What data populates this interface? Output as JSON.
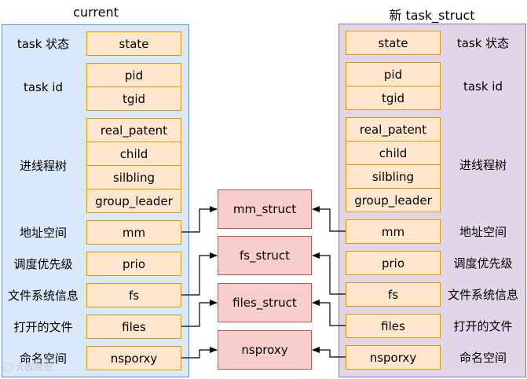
{
  "left": {
    "title": "current",
    "groups": [
      {
        "label": "task 状态",
        "fields": [
          "state"
        ]
      },
      {
        "label": "task id",
        "fields": [
          "pid",
          "tgid"
        ]
      },
      {
        "label": "进线程树",
        "fields": [
          "real_patent",
          "child",
          "silbling",
          "group_leader"
        ]
      },
      {
        "label": "地址空间",
        "fields": [
          "mm"
        ]
      },
      {
        "label": "调度优先级",
        "fields": [
          "prio"
        ]
      },
      {
        "label": "文件系统信息",
        "fields": [
          "fs"
        ]
      },
      {
        "label": "打开的文件",
        "fields": [
          "files"
        ]
      },
      {
        "label": "命名空间",
        "fields": [
          "nsporxy"
        ]
      }
    ]
  },
  "right": {
    "title": "新 task_struct",
    "groups": [
      {
        "label": "task 状态",
        "fields": [
          "state"
        ]
      },
      {
        "label": "task id",
        "fields": [
          "pid",
          "tgid"
        ]
      },
      {
        "label": "进线程树",
        "fields": [
          "real_patent",
          "child",
          "silbling",
          "group_leader"
        ]
      },
      {
        "label": "地址空间",
        "fields": [
          "mm"
        ]
      },
      {
        "label": "调度优先级",
        "fields": [
          "prio"
        ]
      },
      {
        "label": "文件系统信息",
        "fields": [
          "fs"
        ]
      },
      {
        "label": "打开的文件",
        "fields": [
          "files"
        ]
      },
      {
        "label": "命名空间",
        "fields": [
          "nsporxy"
        ]
      }
    ]
  },
  "shared": [
    "mm_struct",
    "fs_struct",
    "files_struct",
    "nsproxy"
  ],
  "watermark": "大歌跨现",
  "colors": {
    "left_panel": "#dae8fc",
    "right_panel": "#e1d5e7",
    "field": "#ffe6cc",
    "shared": "#f8cecc"
  }
}
